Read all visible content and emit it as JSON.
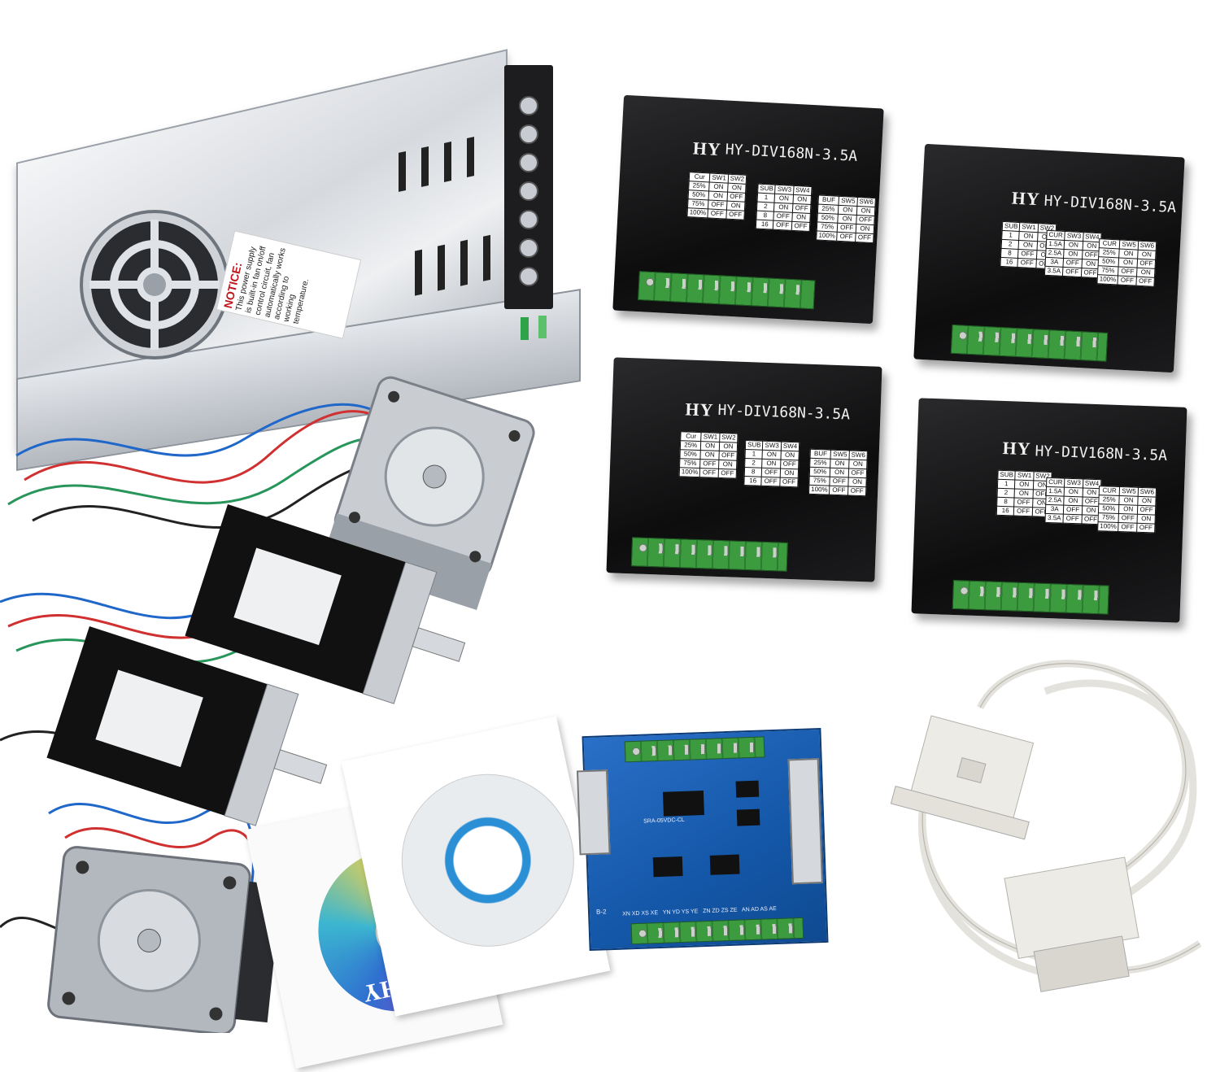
{
  "product": {
    "power_supply": {
      "notice_title": "NOTICE:",
      "notice_text": "This power supply is built-in fan on/off control circuit, fan automatically works according to working temperature."
    },
    "drivers": [
      {
        "brand": "HY",
        "model": "HY-DIV168N-3.5A",
        "table1": [
          [
            "Cur",
            "SW1",
            "SW2"
          ],
          [
            "25%",
            "ON",
            "ON"
          ],
          [
            "50%",
            "ON",
            "OFF"
          ],
          [
            "75%",
            "OFF",
            "ON"
          ],
          [
            "100%",
            "OFF",
            "OFF"
          ]
        ],
        "table2": [
          [
            "SUB",
            "SW3",
            "SW4"
          ],
          [
            "1",
            "ON",
            "ON"
          ],
          [
            "2",
            "ON",
            "OFF"
          ],
          [
            "8",
            "OFF",
            "ON"
          ],
          [
            "16",
            "OFF",
            "OFF"
          ]
        ],
        "table3": [
          [
            "BUF",
            "SW5",
            "SW6"
          ],
          [
            "25%",
            "ON",
            "ON"
          ],
          [
            "50%",
            "ON",
            "OFF"
          ],
          [
            "75%",
            "OFF",
            "ON"
          ],
          [
            "100%",
            "OFF",
            "OFF"
          ]
        ]
      },
      {
        "brand": "HY",
        "model": "HY-DIV168N-3.5A",
        "table1": [
          [
            "SUB",
            "SW1",
            "SW2"
          ],
          [
            "1",
            "ON",
            "ON"
          ],
          [
            "2",
            "ON",
            "OFF"
          ],
          [
            "8",
            "OFF",
            "ON"
          ],
          [
            "16",
            "OFF",
            "OFF"
          ]
        ],
        "table2": [
          [
            "CUR",
            "SW3",
            "SW4"
          ],
          [
            "1.5A",
            "ON",
            "ON"
          ],
          [
            "2.5A",
            "ON",
            "OFF"
          ],
          [
            "3A",
            "OFF",
            "ON"
          ],
          [
            "3.5A",
            "OFF",
            "OFF"
          ]
        ],
        "table3": [
          [
            "CUR",
            "SW5",
            "SW6"
          ],
          [
            "25%",
            "ON",
            "ON"
          ],
          [
            "50%",
            "ON",
            "OFF"
          ],
          [
            "75%",
            "OFF",
            "ON"
          ],
          [
            "100%",
            "OFF",
            "OFF"
          ]
        ]
      },
      {
        "brand": "HY",
        "model": "HY-DIV168N-3.5A",
        "table1": [
          [
            "Cur",
            "SW1",
            "SW2"
          ],
          [
            "25%",
            "ON",
            "ON"
          ],
          [
            "50%",
            "ON",
            "OFF"
          ],
          [
            "75%",
            "OFF",
            "ON"
          ],
          [
            "100%",
            "OFF",
            "OFF"
          ]
        ],
        "table2": [
          [
            "SUB",
            "SW3",
            "SW4"
          ],
          [
            "1",
            "ON",
            "ON"
          ],
          [
            "2",
            "ON",
            "OFF"
          ],
          [
            "8",
            "OFF",
            "ON"
          ],
          [
            "16",
            "OFF",
            "OFF"
          ]
        ],
        "table3": [
          [
            "BUF",
            "SW5",
            "SW6"
          ],
          [
            "25%",
            "ON",
            "ON"
          ],
          [
            "50%",
            "ON",
            "OFF"
          ],
          [
            "75%",
            "OFF",
            "ON"
          ],
          [
            "100%",
            "OFF",
            "OFF"
          ]
        ]
      },
      {
        "brand": "HY",
        "model": "HY-DIV168N-3.5A",
        "table1": [
          [
            "SUB",
            "SW1",
            "SW2"
          ],
          [
            "1",
            "ON",
            "ON"
          ],
          [
            "2",
            "ON",
            "OFF"
          ],
          [
            "8",
            "OFF",
            "ON"
          ],
          [
            "16",
            "OFF",
            "OFF"
          ]
        ],
        "table2": [
          [
            "CUR",
            "SW3",
            "SW4"
          ],
          [
            "1.5A",
            "ON",
            "ON"
          ],
          [
            "2.5A",
            "ON",
            "OFF"
          ],
          [
            "3A",
            "OFF",
            "ON"
          ],
          [
            "3.5A",
            "OFF",
            "OFF"
          ]
        ],
        "table3": [
          [
            "CUR",
            "SW5",
            "SW6"
          ],
          [
            "25%",
            "ON",
            "ON"
          ],
          [
            "50%",
            "ON",
            "OFF"
          ],
          [
            "75%",
            "OFF",
            "ON"
          ],
          [
            "100%",
            "OFF",
            "OFF"
          ]
        ]
      }
    ],
    "breakout_board": {
      "model": "SRA-05VDC-CL",
      "axis_labels": "XN XD XS XE   YN YD YS YE   ZN ZD ZS ZE   AN AD AS AE",
      "board_id": "B-2"
    },
    "cd": {
      "logo": "HY"
    }
  }
}
